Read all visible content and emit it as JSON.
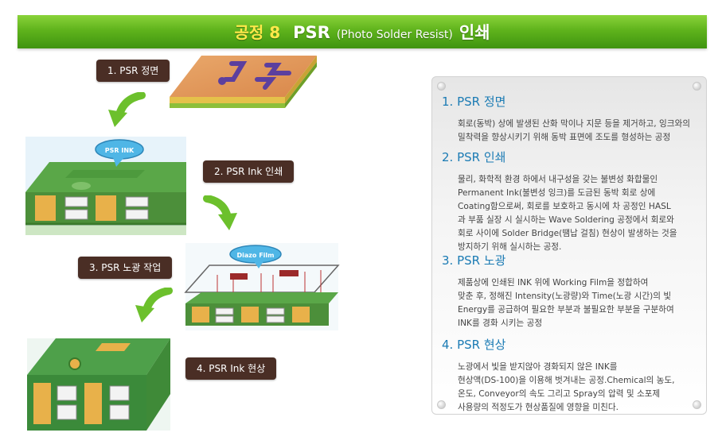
{
  "header": {
    "step": "공정 8",
    "title": "PSR",
    "subtitle": "(Photo Solder Resist)",
    "title_kor": "인쇄"
  },
  "steps": [
    {
      "label": "1. PSR 정면"
    },
    {
      "label": "2. PSR Ink 인쇄"
    },
    {
      "label": "3. PSR 노광 작업"
    },
    {
      "label": "4. PSR Ink 현상"
    }
  ],
  "callouts": {
    "ink": "PSR INK",
    "film": "Diazo Film"
  },
  "sections": [
    {
      "title": "1. PSR 정면",
      "lines": [
        "회로(동박) 상에 발생된 산화 막이나 지문 등을 제거하고, 잉크와의",
        "밀착력을 향상시키기 위해 동박 표면에 조도를 형성하는 공정"
      ]
    },
    {
      "title": "2. PSR 인쇄",
      "lines": [
        "물리, 화학적 환경 하에서 내구성을 갖는 불변성 화합물인",
        "Permanent Ink(불변성 잉크)를 도금된 동박 회로 상에",
        "Coating함으로써, 회로를 보호하고 동시에 차 공정인 HASL",
        "과 부품 실장 시 실시하는 Wave Soldering 공정에서 회로와",
        "회로 사이에 Solder Bridge(땜납 걸침) 현상이 발생하는 것을",
        "방지하기 위해 실시하는 공정."
      ]
    },
    {
      "title": "3. PSR 노광",
      "lines": [
        "제품상에 인쇄된 INK 위에 Working Film을 정합하여",
        "맞춘 후, 정해진 Intensity(노광량)와 Time(노광 시간)의 빛",
        "Energy를 공급하여 필요한 부분과 불필요한 부분을 구분하여",
        "INK를 경화 시키는 공정"
      ]
    },
    {
      "title": "4. PSR 현상",
      "lines": [
        "노광에서 빛을 받지않아 경화되지 않은 INK를",
        "현상액(DS-100)을 이용해 벗겨내는 공정.Chemical의 농도,",
        "온도, Conveyor의 속도 그리고 Spray의 압력 및 소포제",
        "사용량의 적정도가 현상품질에 영향을 미친다."
      ]
    }
  ],
  "colors": {
    "banner_green": "#5fb31c",
    "step_highlight": "#ffe94a",
    "label_bg": "#4a2e25",
    "section_title": "#1b7bb4",
    "arrow_green": "#6cc02c"
  }
}
